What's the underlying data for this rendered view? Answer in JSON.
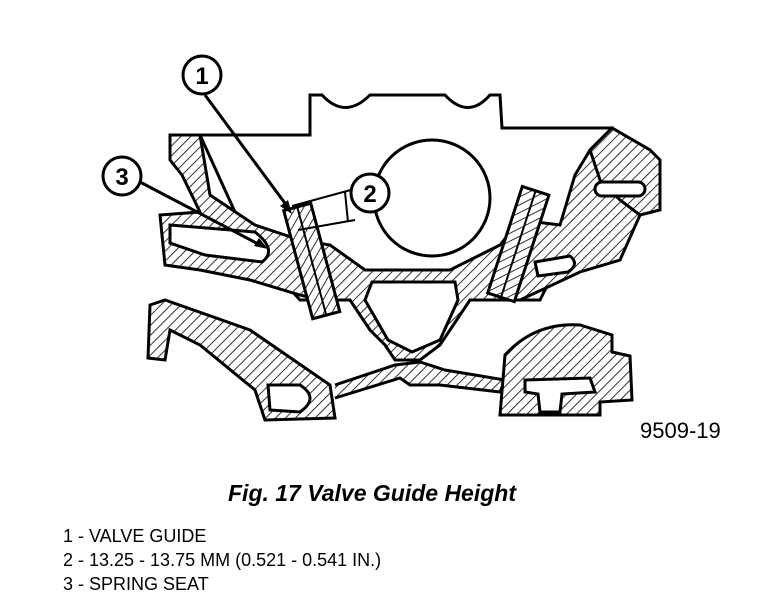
{
  "callouts": [
    {
      "number": "1"
    },
    {
      "number": "2"
    },
    {
      "number": "3"
    }
  ],
  "figure_id": "9509-19",
  "caption": "Fig. 17 Valve Guide Height",
  "legend": [
    "1 - VALVE GUIDE",
    "2 - 13.25 - 13.75 MM (0.521 - 0.541 IN.)",
    "3 - SPRING SEAT"
  ]
}
